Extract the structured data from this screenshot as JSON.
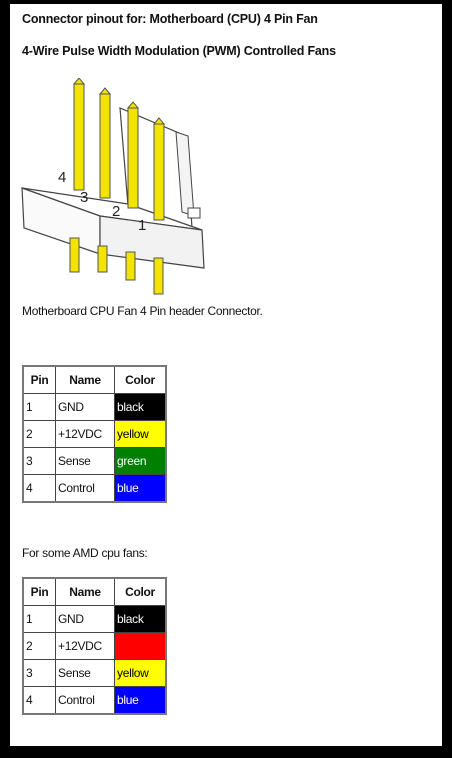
{
  "header": {
    "title_line1": "Connector pinout for: Motherboard (CPU) 4 Pin Fan",
    "title_line2": "4-Wire Pulse Width Modulation (PWM) Controlled Fans"
  },
  "diagram": {
    "pin_labels": [
      "4",
      "3",
      "2",
      "1"
    ],
    "body_color": "#ffffff",
    "pin_color": "#f2e400",
    "outline_color": "#444444"
  },
  "section1": {
    "caption": "Motherboard CPU Fan 4 Pin header Connector.",
    "headers": [
      "Pin",
      "Name",
      "Color"
    ],
    "rows": [
      {
        "pin": "1",
        "name": "GND",
        "color_label": "black",
        "bg": "#000000",
        "fg": "#ffffff"
      },
      {
        "pin": "2",
        "name": "+12VDC",
        "color_label": "yellow",
        "bg": "#ffff00",
        "fg": "#000000"
      },
      {
        "pin": "3",
        "name": "Sense",
        "color_label": "green",
        "bg": "#008000",
        "fg": "#ffffff"
      },
      {
        "pin": "4",
        "name": "Control",
        "color_label": "blue",
        "bg": "#0000ff",
        "fg": "#ffffff"
      }
    ]
  },
  "section2": {
    "caption": "For some AMD cpu fans:",
    "headers": [
      "Pin",
      "Name",
      "Color"
    ],
    "rows": [
      {
        "pin": "1",
        "name": "GND",
        "color_label": "black",
        "bg": "#000000",
        "fg": "#ffffff"
      },
      {
        "pin": "2",
        "name": "+12VDC",
        "color_label": "red",
        "bg": "#ff0000",
        "fg": "#ff0000"
      },
      {
        "pin": "3",
        "name": "Sense",
        "color_label": "yellow",
        "bg": "#ffff00",
        "fg": "#000000"
      },
      {
        "pin": "4",
        "name": "Control",
        "color_label": "blue",
        "bg": "#0000ff",
        "fg": "#ffffff"
      }
    ]
  }
}
